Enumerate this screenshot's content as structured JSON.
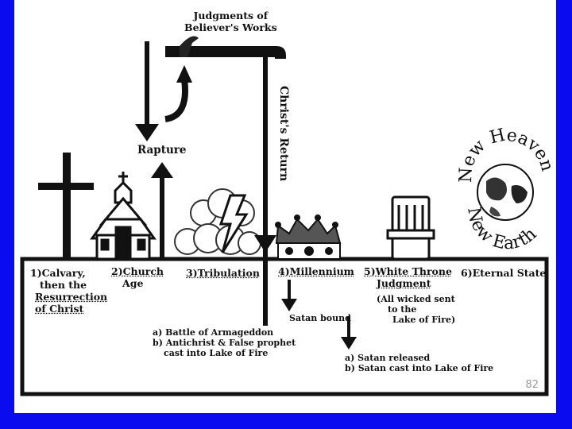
{
  "slide": {
    "top_label": [
      "Judgments of",
      "Believer's Works"
    ],
    "christs_return": "Christ's Return",
    "rapture": "Rapture",
    "new_heavens": "New Heavens",
    "new_earth": "New Earth",
    "stages": {
      "calvary": [
        "1)Calvary,",
        "then the",
        "Resurrection",
        "of Christ"
      ],
      "church": [
        "2)Church",
        "Age"
      ],
      "tribulation": "3)Tribulation",
      "millennium": "4)Millennium",
      "white_throne": [
        "5)White Throne",
        "Judgment"
      ],
      "eternal": "6)Eternal State"
    },
    "wicked_note": [
      "(All wicked sent",
      "to the",
      "Lake of Fire)"
    ],
    "satan_bound": "Satan bound",
    "armageddon": [
      "a) Battle of Armageddon",
      "b) Antichrist & False prophet",
      "cast into Lake of Fire"
    ],
    "satan_released": [
      "a) Satan released",
      "b) Satan cast into Lake of Fire"
    ],
    "page_number": "82"
  }
}
